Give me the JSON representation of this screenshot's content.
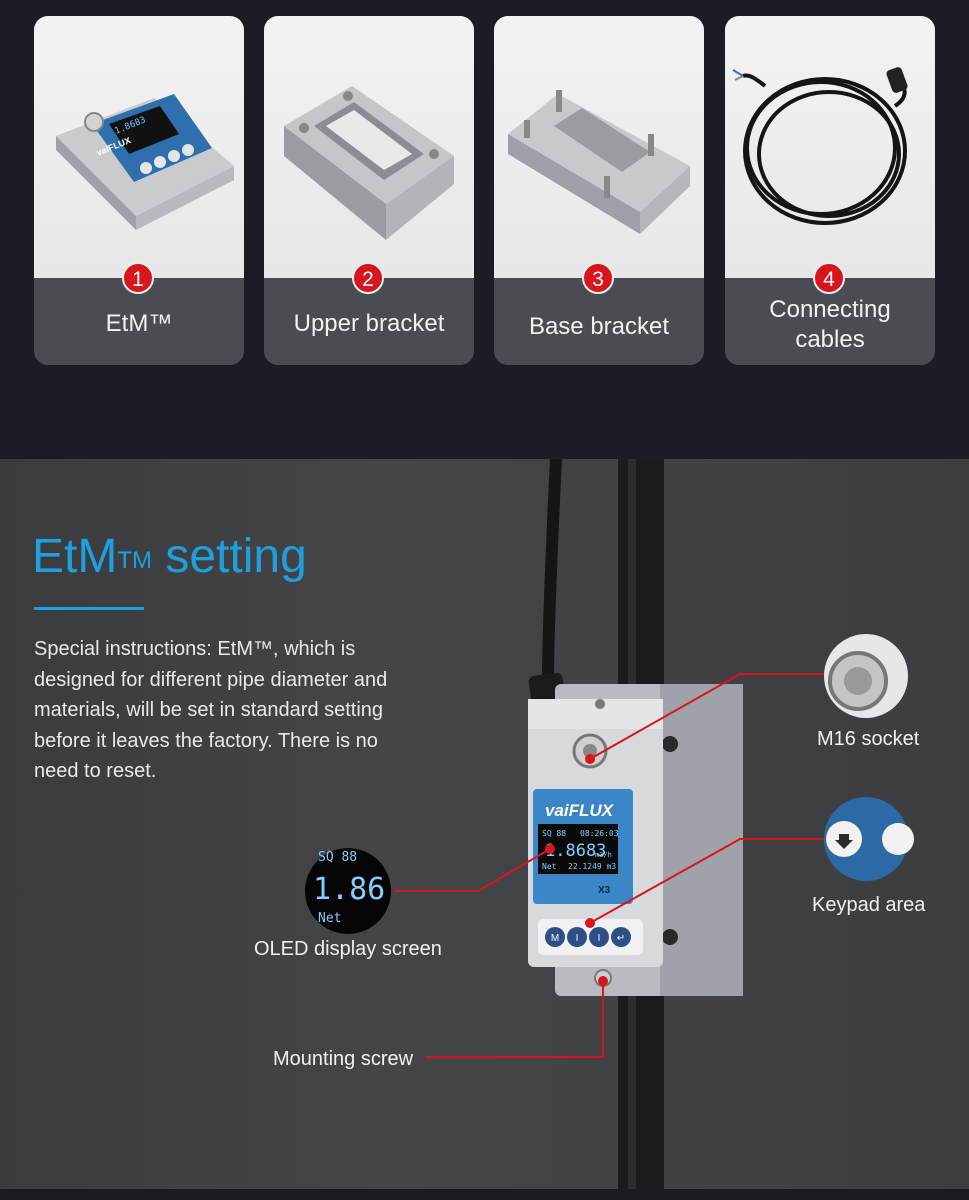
{
  "products": [
    {
      "number": "1",
      "label": "EtM™"
    },
    {
      "number": "2",
      "label": "Upper bracket"
    },
    {
      "number": "3",
      "label": "Base bracket"
    },
    {
      "number": "4",
      "label": "Connecting cables"
    }
  ],
  "setting": {
    "title_main": "EtM",
    "title_sup": "TM",
    "title_rest": " setting",
    "instructions": "Special instructions: EtM™, which is designed for different pipe diameter and materials, will be set in standard setting before it leaves the factory. There is no need to reset."
  },
  "device": {
    "brand": "vaiFLUX",
    "model": "X3",
    "screen_line1_left": "SQ 88",
    "screen_line1_right": "08:26:03",
    "screen_value": "1.8683",
    "screen_unit": "m3/h",
    "screen_line3_left": "Net",
    "screen_line3_right": "22.1249 m3",
    "zoom_line1": "SQ 88",
    "zoom_value": "1.86",
    "zoom_line3": "Net",
    "keys": [
      "M",
      "I",
      "I",
      "↵"
    ]
  },
  "callouts": {
    "m16": "M16 socket",
    "keypad": "Keypad area",
    "oled": "OLED display screen",
    "screw": "Mounting screw"
  },
  "colors": {
    "accent": "#1ea0df",
    "callout_red": "#d8151d",
    "screen_blue": "#3a86c8"
  }
}
